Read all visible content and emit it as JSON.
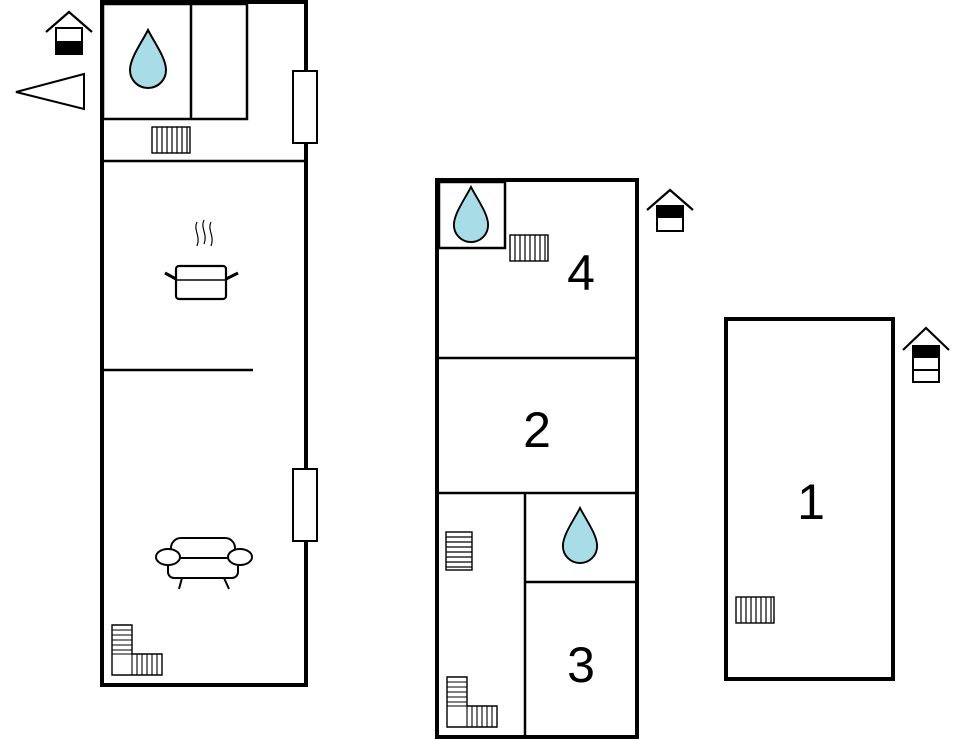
{
  "floor_plans": [
    {
      "name": "ground-floor",
      "icons": [
        "bathroom-icon",
        "kitchen-icon",
        "living-room-icon",
        "stairs-icon",
        "radiator-icon",
        "window-icon",
        "north-arrow-icon",
        "floor-level-icon"
      ]
    },
    {
      "name": "first-floor",
      "rooms": [
        {
          "label": "4"
        },
        {
          "label": "2"
        },
        {
          "label": "3"
        }
      ],
      "icons": [
        "bathroom-icon",
        "stairs-icon",
        "radiator-icon",
        "floor-level-icon"
      ]
    },
    {
      "name": "second-floor",
      "rooms": [
        {
          "label": "1"
        }
      ],
      "icons": [
        "radiator-icon",
        "floor-level-icon"
      ]
    }
  ]
}
